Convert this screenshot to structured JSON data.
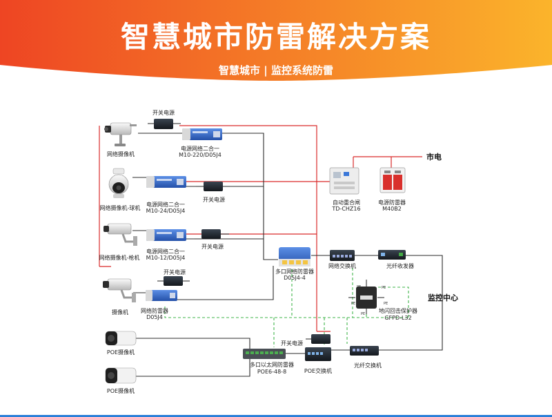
{
  "header": {
    "title": "智慧城市防雷解决方案",
    "subtitle": "智慧城市 | 监控系统防雷"
  },
  "colors": {
    "banner_start": "#ef4a24",
    "banner_end": "#fbb22a",
    "power_line": "#d92929",
    "network_line": "#2b2b2b",
    "ground_line": "#3fb54a",
    "device_blue": "#2d63c6"
  },
  "labels": {
    "switch_power_1": "开关电源",
    "camera_1": "网络摄像机",
    "spd_1_name": "电源网络二合一",
    "spd_1_model": "M10-220/D05J4",
    "camera_2": "网络摄像机-球机",
    "spd_2_name": "电源网络二合一",
    "spd_2_model": "M10-24/D05J4",
    "switch_power_2": "开关电源",
    "camera_3": "网络摄像机-枪机",
    "spd_3_name": "电源网络二合一",
    "spd_3_model": "M10-12/D05J4",
    "switch_power_3": "开关电源",
    "switch_power_4": "开关电源",
    "camera_4": "摄像机",
    "net_spd_name": "网络防雷器",
    "net_spd_model": "D05J4",
    "multi_spd_name": "多口网络防雷器",
    "multi_spd_model": "D05J4-4",
    "auto_breaker_name": "自动重合闸",
    "auto_breaker_model": "TD-CHZ16",
    "power_spd_name": "电源防雷器",
    "power_spd_model": "M40B2",
    "mains": "市电",
    "net_switch": "网络交换机",
    "fiber_transceiver": "光纤收发器",
    "monitor_center": "监控中心",
    "ground_protector_name": "地闪回击保护器",
    "ground_protector_model": "GFPD-L32",
    "pe": "PE",
    "poe_camera_1": "POE摄像机",
    "poe_camera_2": "POE摄像机",
    "poe_spd_name": "多口以太网防雷器",
    "poe_spd_model": "POE6-48-8",
    "switch_power_5": "开关电源",
    "poe_switch": "POE交换机",
    "fiber_switch": "光纤交换机"
  }
}
